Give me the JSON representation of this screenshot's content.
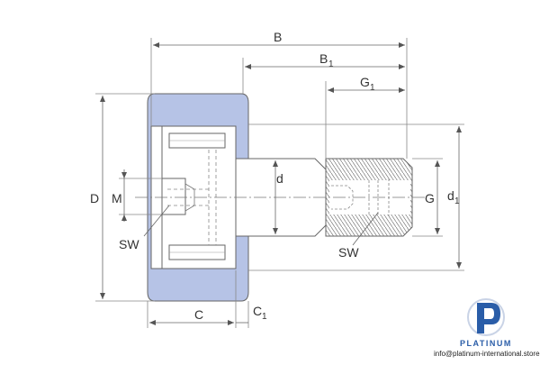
{
  "labels": {
    "B": "B",
    "B1": "B",
    "B1_sub": "1",
    "G1": "G",
    "G1_sub": "1",
    "D": "D",
    "M": "M",
    "d": "d",
    "G": "G",
    "d1": "d",
    "d1_sub": "1",
    "SW_left": "SW",
    "SW_right": "SW",
    "C": "C",
    "C1": "C",
    "C1_sub": "1"
  },
  "brand": {
    "name": "PLATINUM",
    "website": "info@platinum-international.store"
  },
  "colors": {
    "roller_fill": "#b6c3e6",
    "line": "#555555",
    "dim_line": "#666666",
    "brand_blue": "#2a5da8"
  }
}
